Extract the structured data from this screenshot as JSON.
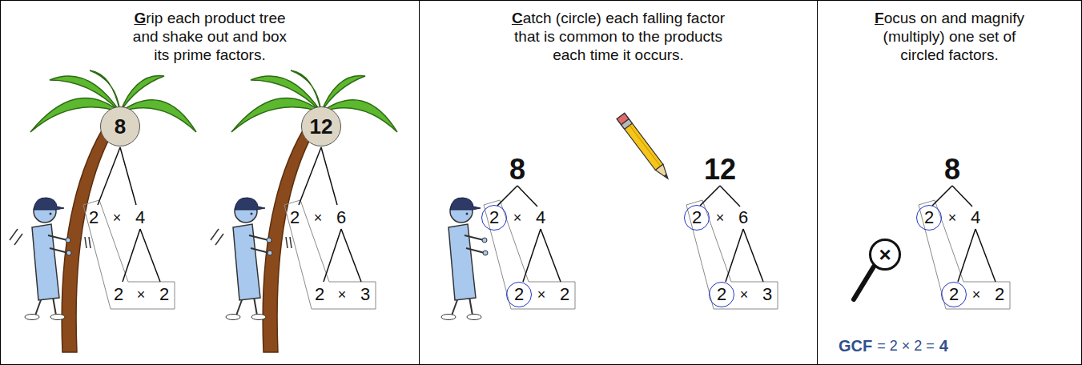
{
  "diagram": {
    "nodes": [
      {
        "text": [
          "Grip each product tree and shake out and box its prime factors."
        ]
      },
      {
        "text": [
          "8"
        ],
        "in": 0
      },
      {
        "text": [
          "12"
        ],
        "in": 0
      },
      {
        "text": [
          "Catch (circle) each falling factor that is common to the products each time it occurs."
        ]
      },
      {
        "text": [
          "2"
        ],
        "in": 3
      },
      {
        "text": [
          "2"
        ],
        "in": 3
      },
      {
        "text": [
          "2"
        ],
        "in": 3
      },
      {
        "text": [
          "2"
        ],
        "in": 3
      },
      {
        "text": [
          "Focus on and magnify (multiply) one set of circled factors."
        ]
      },
      {
        "text": [
          "2"
        ],
        "in": 8
      },
      {
        "text": [
          "2"
        ],
        "in": 8
      },
      {
        "text": [
          "×"
        ],
        "in": 8
      }
    ],
    "labels": [
      "2",
      "×",
      "4",
      "2",
      "×",
      "2",
      "2",
      "×",
      "6",
      "2",
      "×",
      "3",
      "8",
      "×",
      "4",
      "×",
      "2",
      "12",
      "×",
      "6",
      "×",
      "3",
      "8",
      "×",
      "4",
      "×",
      "2",
      "GCF",
      "= 2 × 2 =",
      "4"
    ]
  }
}
